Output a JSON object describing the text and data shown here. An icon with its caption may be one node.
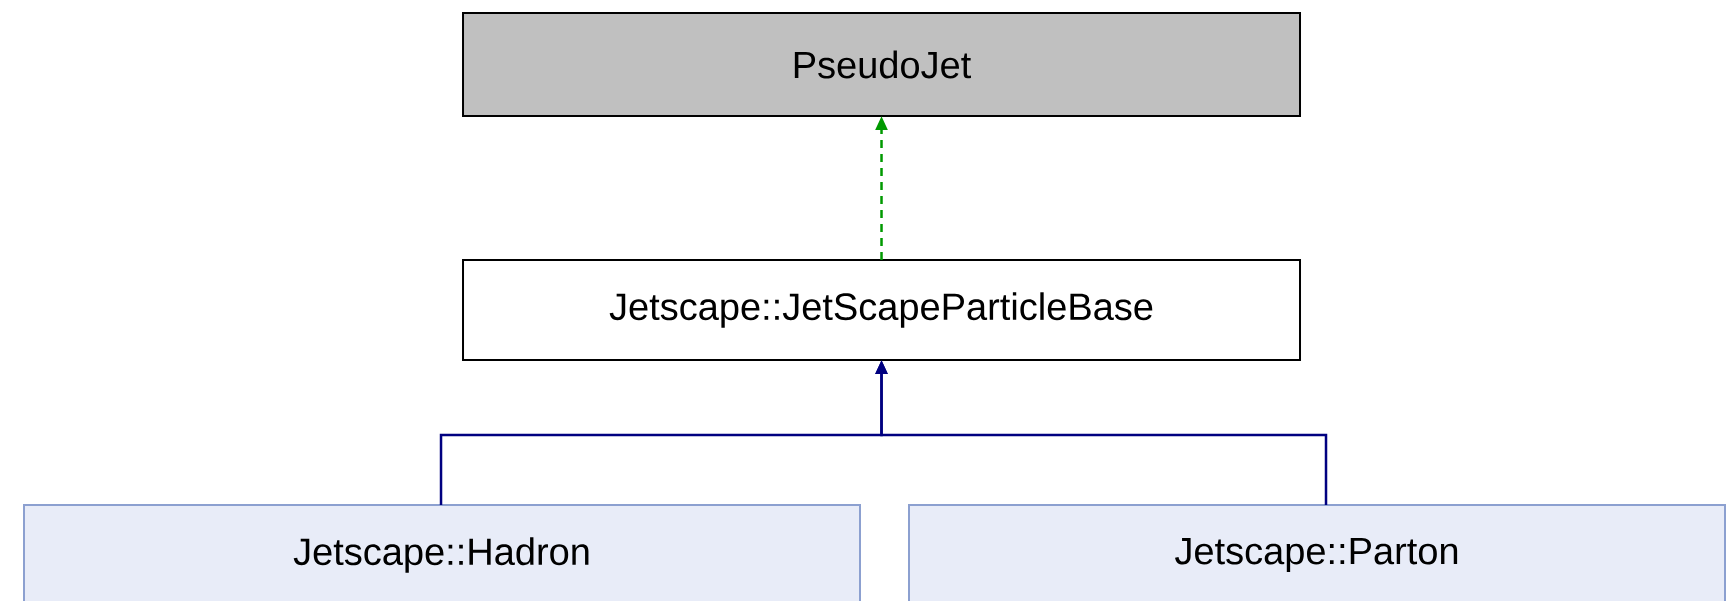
{
  "diagram": {
    "nodes": [
      {
        "text": [
          "PseudoJet"
        ]
      },
      {
        "text": [
          "Jetscape::JetScapeParticleBase"
        ]
      },
      {
        "text": [
          "Jetscape::Hadron"
        ]
      },
      {
        "text": [
          "Jetscape::Parton"
        ]
      }
    ],
    "edges": [
      {
        "from": 1,
        "to": 0,
        "arrow": "to",
        "style": "dashed",
        "color": "#009900"
      },
      {
        "from": 2,
        "to": 1,
        "arrow": "to"
      },
      {
        "from": 3,
        "to": 1,
        "arrow": "to"
      }
    ]
  }
}
